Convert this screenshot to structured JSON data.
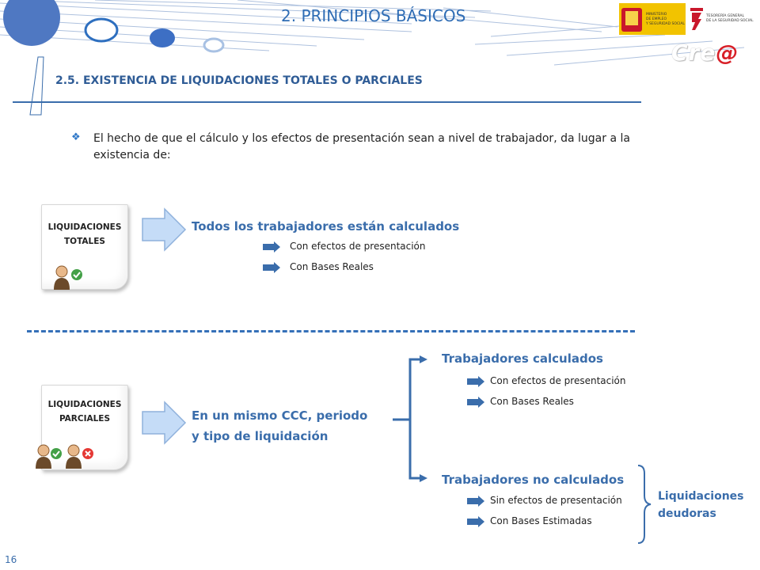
{
  "header": {
    "title": "2. PRINCIPIOS BÁSICOS",
    "logo_ministerio_lines": [
      "MINISTERIO",
      "DE EMPLEO",
      "Y SEGURIDAD SOCIAL"
    ],
    "logo_tesoreria_lines": [
      "TESORERÍA GENERAL",
      "DE LA SEGURIDAD SOCIAL"
    ],
    "crea_logo": "Cre",
    "crea_logo_at": "@"
  },
  "section": {
    "subtitle": "2.5. EXISTENCIA DE LIQUIDACIONES TOTALES O PARCIALES",
    "bullet": "El hecho de que el cálculo y los efectos de presentación sean a nivel de trabajador, da lugar a la existencia de:"
  },
  "totales": {
    "card_line1": "LIQUIDACIONES",
    "card_line2": "TOTALES",
    "heading": "Todos los trabajadores están calculados",
    "items": [
      "Con efectos de presentación",
      "Con Bases Reales"
    ]
  },
  "parciales": {
    "card_line1": "LIQUIDACIONES",
    "card_line2": "PARCIALES",
    "heading_line1": "En un mismo CCC, periodo",
    "heading_line2": "y tipo de liquidación",
    "calculados": {
      "heading": "Trabajadores calculados",
      "items": [
        "Con efectos de presentación",
        "Con Bases Reales"
      ]
    },
    "no_calculados": {
      "heading": "Trabajadores no calculados",
      "items": [
        "Sin efectos de presentación",
        "Con Bases Estimadas"
      ]
    },
    "bracket_label_line1": "Liquidaciones",
    "bracket_label_line2": "deudoras"
  },
  "footer": {
    "slide_number": "16"
  },
  "colors": {
    "accent": "#2f6db5",
    "dark_blue": "#3a6dab",
    "arrow_fill": "#c5dcf7"
  }
}
